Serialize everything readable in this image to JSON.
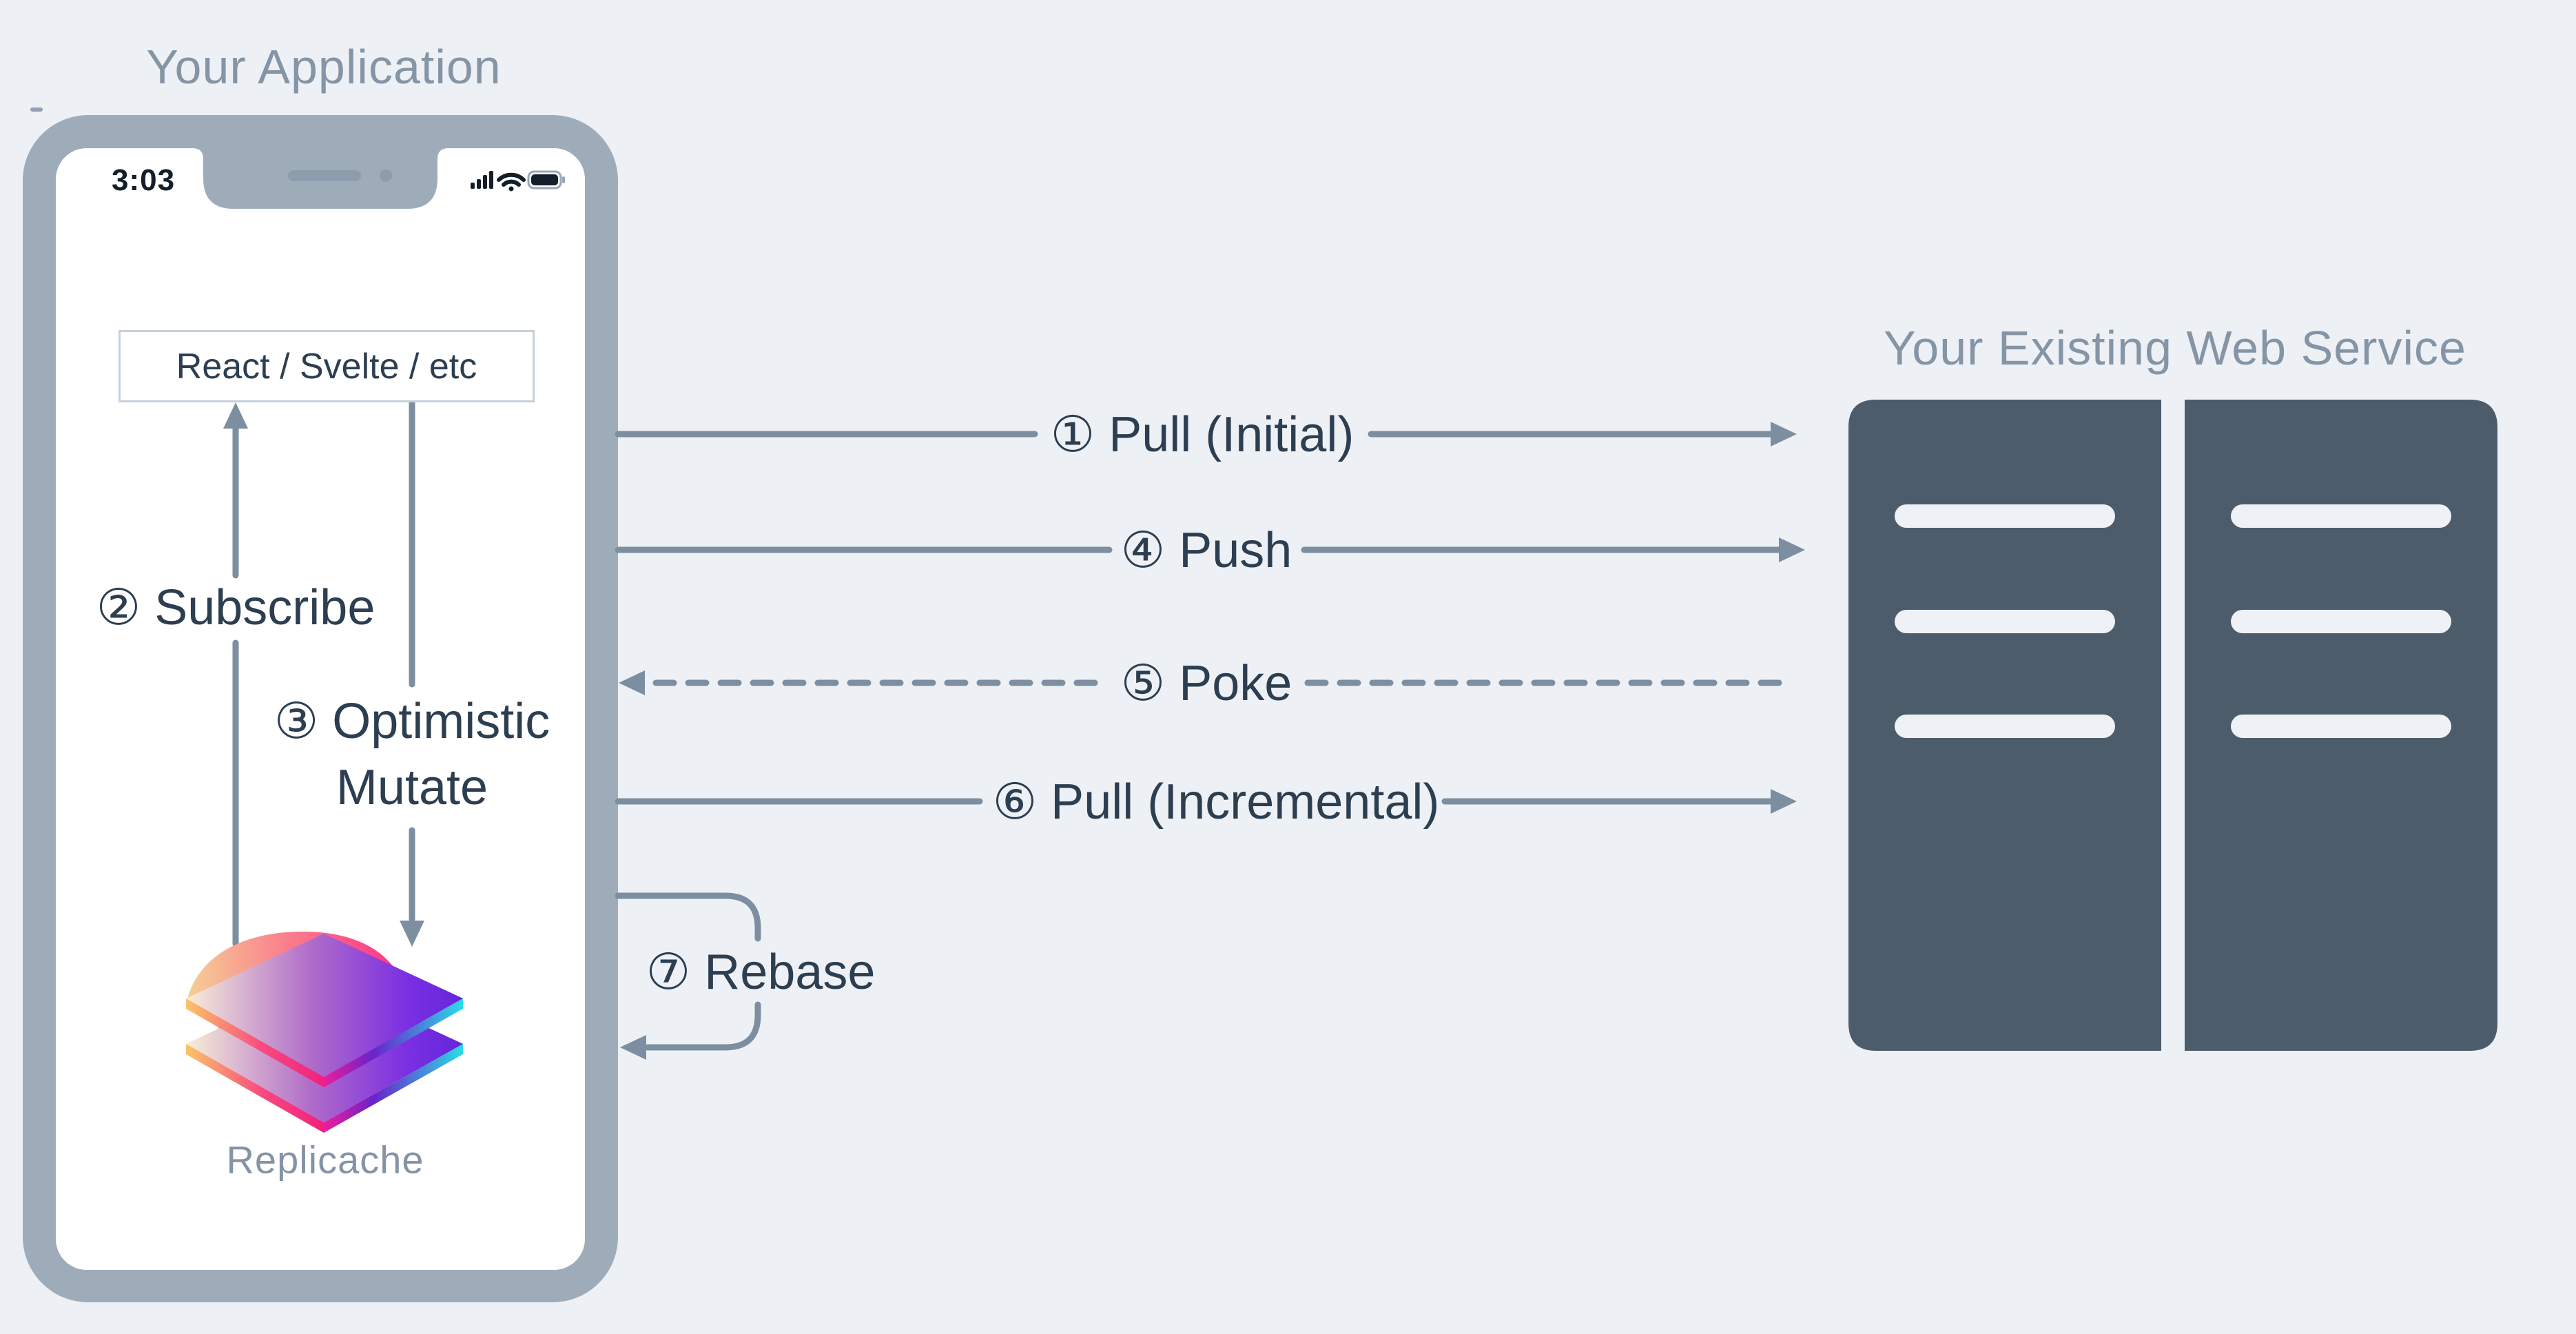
{
  "app": {
    "title": "Your Application",
    "phone": {
      "status_time": "3:03"
    },
    "framework_box": "React / Svelte / etc",
    "logo_caption": "Replicache"
  },
  "service": {
    "title": "Your Existing Web Service"
  },
  "flows": {
    "pull_initial": "① Pull (Initial)",
    "subscribe": "② Subscribe",
    "optimistic_line1": "③ Optimistic",
    "optimistic_line2": "Mutate",
    "push": "④ Push",
    "poke": "⑤ Poke",
    "pull_incremental": "⑥ Pull (Incremental)",
    "rebase": "⑦ Rebase"
  },
  "icons": {
    "signal": "cellular-signal-bars-icon",
    "wifi": "wifi-icon",
    "battery": "battery-full-icon",
    "speaker": "phone-speaker-slot-icon",
    "camera": "phone-front-camera-icon",
    "logo": "replicache-logo-icon",
    "servers": "server-rack-icon"
  },
  "colors": {
    "bg": "#edf1f5",
    "frame": "#9eacba",
    "notch-detail": "#8e9dad",
    "screen": "#ffffff",
    "line": "#7d8ea1",
    "dark-text": "#2c3e50",
    "title-gray": "#8595a6",
    "caption-gray": "#8593a6",
    "status-dark": "#141f2b",
    "battery-shell": "#9aa7b4",
    "rack": "#4c5c6b",
    "rack-bar": "#eef2f6",
    "box-border": "#c5d0da"
  }
}
